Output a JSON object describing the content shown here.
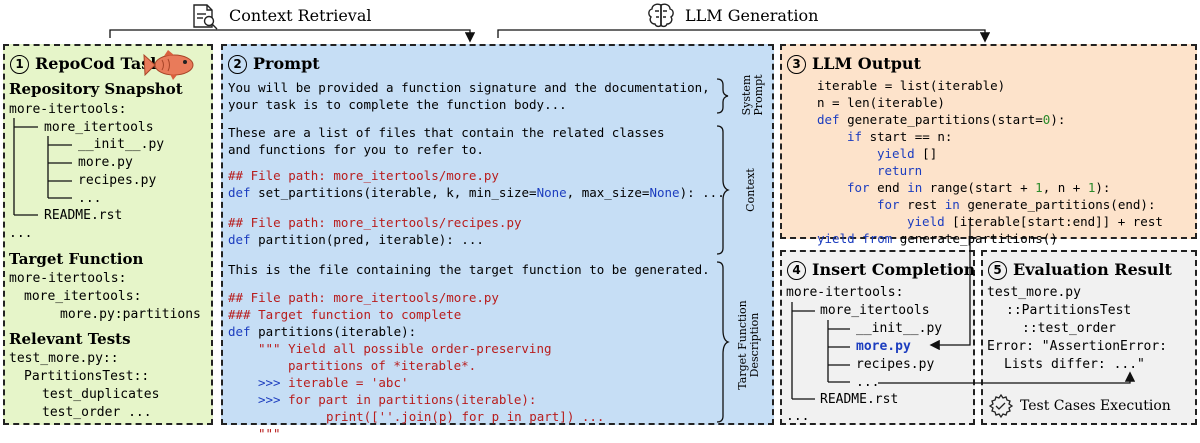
{
  "header": {
    "context_retrieval": "Context Retrieval",
    "llm_generation": "LLM Generation",
    "context_icon": "document-search-icon",
    "llm_icon": "brain-icon"
  },
  "panel1": {
    "number": "1",
    "title": "RepoCod Task",
    "icon": "fish-icon",
    "repo_heading": "Repository Snapshot",
    "repo_tree": [
      "more-itertools:",
      "more_itertools",
      "__init__.py",
      "more.py",
      "recipes.py",
      "...",
      "README.rst",
      "..."
    ],
    "target_heading": "Target Function",
    "target_lines": [
      "more-itertools:",
      "more_itertools:",
      "more.py:partitions"
    ],
    "tests_heading": "Relevant Tests",
    "tests_lines": [
      "test_more.py::",
      "PartitionsTest::",
      "test_duplicates",
      "test_order ..."
    ],
    "bg": "#e6f5c9"
  },
  "panel2": {
    "number": "2",
    "title": "Prompt",
    "system_lines": [
      "You will be provided a function signature and the documentation,",
      "your task is to complete the function body..."
    ],
    "context_lines": [
      "These are a list of files that contain the related classes",
      "and functions for you to refer to."
    ],
    "ctx_comment1": "## File path: more_itertools/more.py",
    "ctx_def1_kw": "def",
    "ctx_def1_a": " set_partitions(iterable, k, min_size=",
    "ctx_def1_none1": "None",
    "ctx_def1_b": ", max_size=",
    "ctx_def1_none2": "None",
    "ctx_def1_c": "): ...",
    "ctx_comment2": "## File path: more_itertools/recipes.py",
    "ctx_def2_kw": "def",
    "ctx_def2_rest": " partition(pred, iterable): ...",
    "target_intro": "This is the file containing the target function to be generated.",
    "tgt_comment1": "## File path: more_itertools/more.py",
    "tgt_comment2": "### Target function to complete",
    "tgt_def_kw": "def",
    "tgt_def_rest": " partitions(iterable):",
    "doc1": "\"\"\" Yield all possible order-preserving",
    "doc2": "partitions of *iterable*.",
    "doc3_prompt": ">>>",
    "doc3_rest": " iterable = 'abc'",
    "doc4_prompt": ">>>",
    "doc4_rest": " for part in partitions(iterable):",
    "doc5": "print([''.join(p) for p in part]) ...",
    "doc6": "\"\"\"",
    "label_system": [
      "System",
      "Prompt"
    ],
    "label_context": "Context",
    "label_target": [
      "Target Function",
      "Description"
    ],
    "bg": "#c6def5"
  },
  "panel3": {
    "number": "3",
    "title": "LLM Output",
    "l1": "iterable = list(iterable)",
    "l2": "n = len(iterable)",
    "l3_kw": "def",
    "l3_a": " generate_partitions(start=",
    "l3_zero": "0",
    "l3_b": "):",
    "l4_kw": "if",
    "l4_rest": " start == n:",
    "l5_kw": "yield",
    "l5_rest": " []",
    "l6_kw": "return",
    "l7_kw1": "for",
    "l7_a": " end ",
    "l7_kw2": "in",
    "l7_b": " range(start + ",
    "l7_one": "1",
    "l7_c": ", n + ",
    "l7_one2": "1",
    "l7_d": "):",
    "l8_kw1": "for",
    "l8_a": " rest ",
    "l8_kw2": "in",
    "l8_b": " generate_partitions(end):",
    "l9_kw": "yield",
    "l9_rest": " [iterable[start:end]] + rest",
    "l10_kw": "yield from",
    "l10_rest": " generate_partitions()",
    "bg": "#fde3cb"
  },
  "panel4": {
    "number": "4",
    "title": "Insert Completion",
    "tree": [
      "more-itertools:",
      "more_itertools",
      "__init__.py",
      "more.py",
      "recipes.py",
      "...",
      "README.rst",
      "..."
    ],
    "bg": "#f1f1f1"
  },
  "panel5": {
    "number": "5",
    "title": "Evaluation Result",
    "lines": [
      "test_more.py",
      "::PartitionsTest",
      "::test_order",
      "Error: \"AssertionError:",
      "Lists differ: ...\""
    ],
    "exec_label": "Test Cases Execution",
    "exec_icon": "gear-check-icon",
    "bg": "#f1f1f1"
  }
}
